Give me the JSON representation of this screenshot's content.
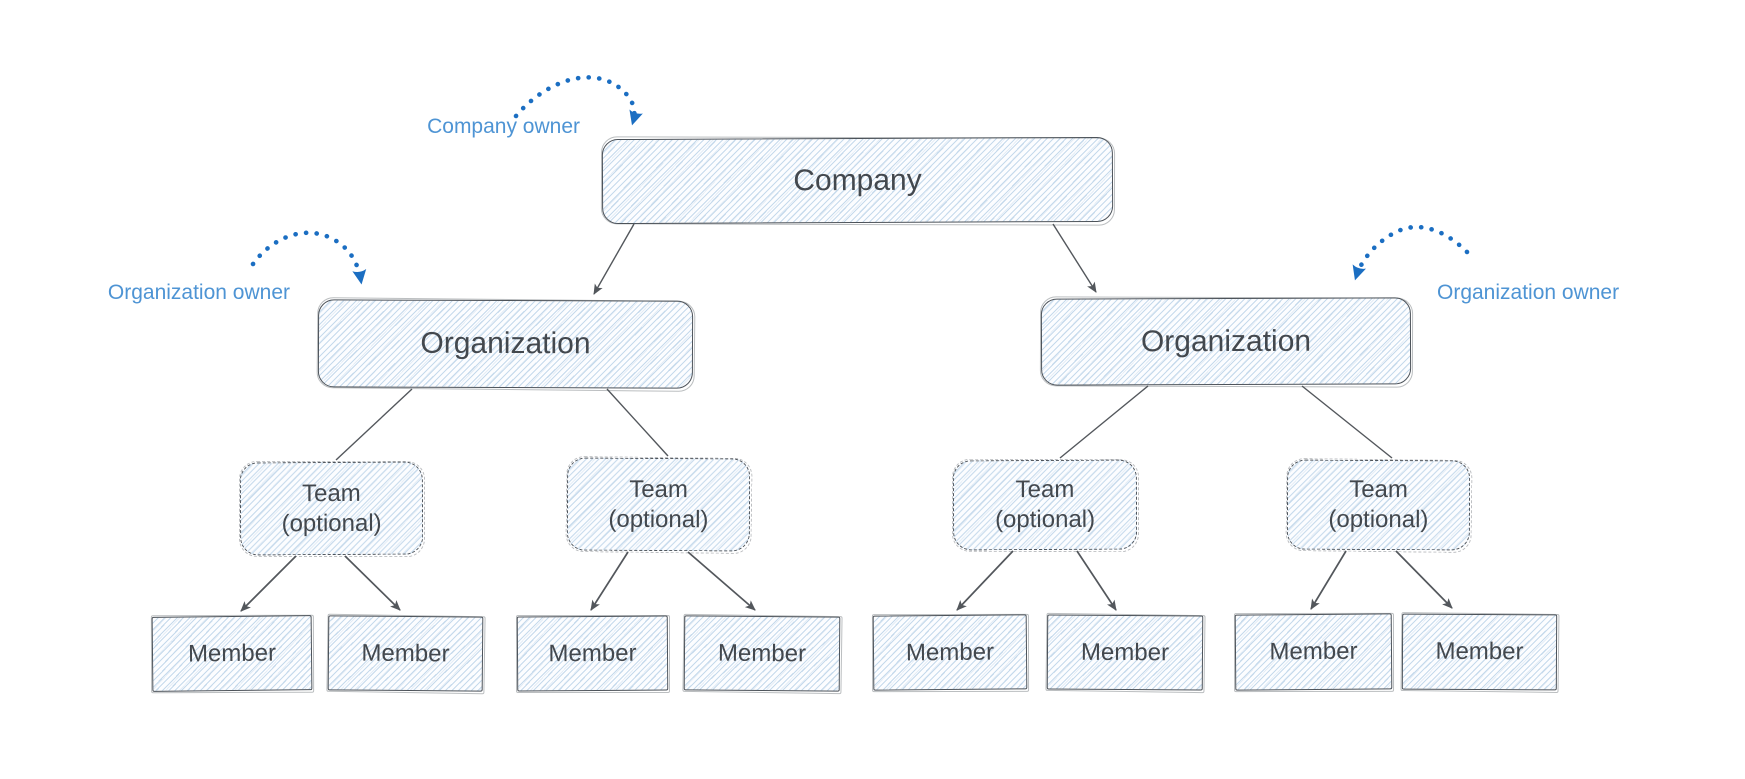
{
  "company": {
    "label": "Company"
  },
  "organizations": [
    {
      "label": "Organization"
    },
    {
      "label": "Organization"
    }
  ],
  "teams": [
    {
      "line1": "Team",
      "line2": "(optional)"
    },
    {
      "line1": "Team",
      "line2": "(optional)"
    },
    {
      "line1": "Team",
      "line2": "(optional)"
    },
    {
      "line1": "Team",
      "line2": "(optional)"
    }
  ],
  "members": [
    {
      "label": "Member"
    },
    {
      "label": "Member"
    },
    {
      "label": "Member"
    },
    {
      "label": "Member"
    },
    {
      "label": "Member"
    },
    {
      "label": "Member"
    },
    {
      "label": "Member"
    },
    {
      "label": "Member"
    }
  ],
  "annotations": {
    "company_owner": {
      "label": "Company owner"
    },
    "organization_owner_left": {
      "label": "Organization owner"
    },
    "organization_owner_right": {
      "label": "Organization owner"
    }
  },
  "colors": {
    "annotation-text": "#4e94d4",
    "annotation-arrow": "#1b6ec2",
    "box-stroke": "#4d535a",
    "hatch": "#c6daec",
    "connector": "#53575c",
    "node-text": "#43484e",
    "canvas-bg": "#ffffff"
  }
}
